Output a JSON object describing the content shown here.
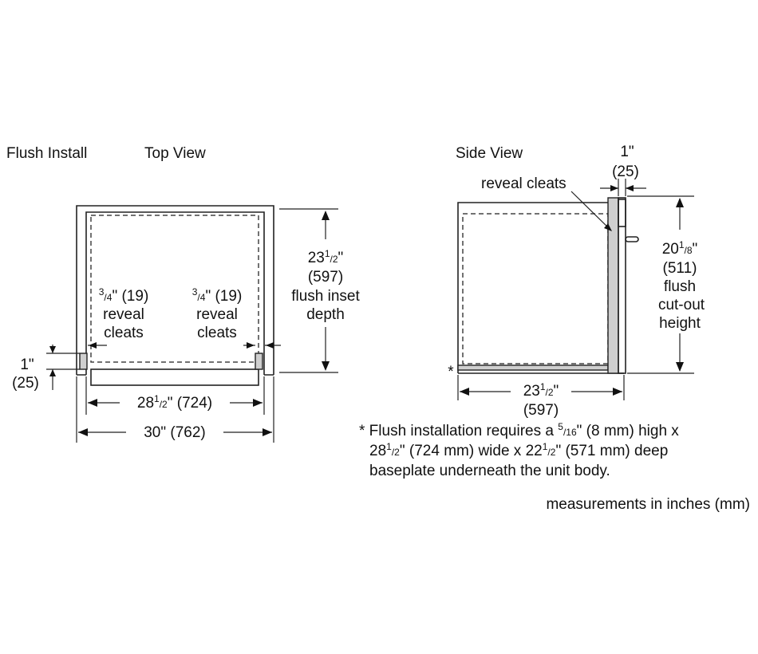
{
  "top_view": {
    "heading_install": "Flush Install",
    "heading_view": "Top View",
    "depth": {
      "whole": "23",
      "num": "1",
      "den": "2",
      "inch_suffix": "\"",
      "mm": "(597)",
      "line1": "flush inset",
      "line2": "depth"
    },
    "left_cleat": {
      "num": "3",
      "den": "4",
      "text": "\" (19)",
      "line2": "reveal",
      "line3": "cleats"
    },
    "right_cleat": {
      "num": "3",
      "den": "4",
      "text": "\" (19)",
      "line2": "reveal",
      "line3": "cleats"
    },
    "offset": {
      "inches": "1\"",
      "mm": "(25)"
    },
    "inner_width": {
      "whole": "28",
      "num": "1",
      "den": "2",
      "rest": "\" (724)"
    },
    "outer_width": {
      "text": "30\" (762)"
    }
  },
  "side_view": {
    "heading": "Side View",
    "top_offset": {
      "inches": "1\"",
      "mm": "(25)"
    },
    "cleats_label": "reveal cleats",
    "height": {
      "whole": "20",
      "num": "1",
      "den": "8",
      "inch_suffix": "\"",
      "mm": "(511)",
      "line1": "flush",
      "line2": "cut-out",
      "line3": "height"
    },
    "depth": {
      "whole": "23",
      "num": "1",
      "den": "2",
      "inch_suffix": "\"",
      "mm": "(597)"
    },
    "asterisk": "*"
  },
  "footnote": {
    "l1_a": "* Flush installation requires a ",
    "l1_num": "5",
    "l1_den": "16",
    "l1_b": "\" (8 mm) high x",
    "l2_whole_a": "28",
    "l2_num_a": "1",
    "l2_den_a": "2",
    "l2_b": "\" (724 mm) wide x 22",
    "l2_num_b": "1",
    "l2_den_b": "2",
    "l2_c": "\" (571 mm) deep",
    "l3": "baseplate underneath the unit body."
  },
  "measurements_note": "measurements in inches (mm)"
}
